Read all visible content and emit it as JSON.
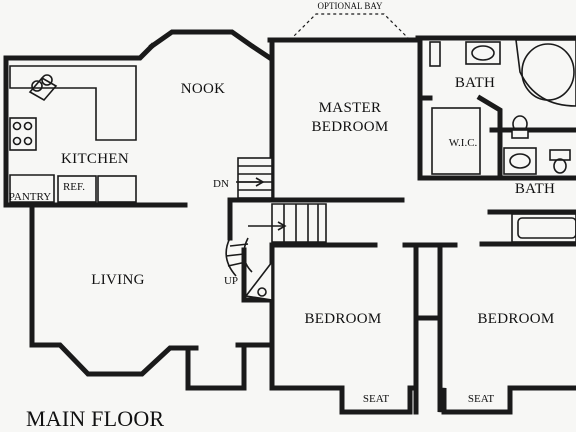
{
  "plan_title": "MAIN FLOOR",
  "rooms": {
    "nook": "NOOK",
    "kitchen": "KITCHEN",
    "living": "LIVING",
    "master_line1": "MASTER",
    "master_line2": "BEDROOM",
    "bath_upper": "BATH",
    "bath_lower": "BATH",
    "wic": "W.I.C.",
    "bedroom_left": "BEDROOM",
    "bedroom_right": "BEDROOM"
  },
  "labels": {
    "optional_bay": "OPTIONAL BAY",
    "pantry": "PANTRY",
    "ref": "REF.",
    "stair_down": "DN",
    "stair_up": "UP",
    "seat_left": "SEAT",
    "seat_right": "SEAT"
  }
}
